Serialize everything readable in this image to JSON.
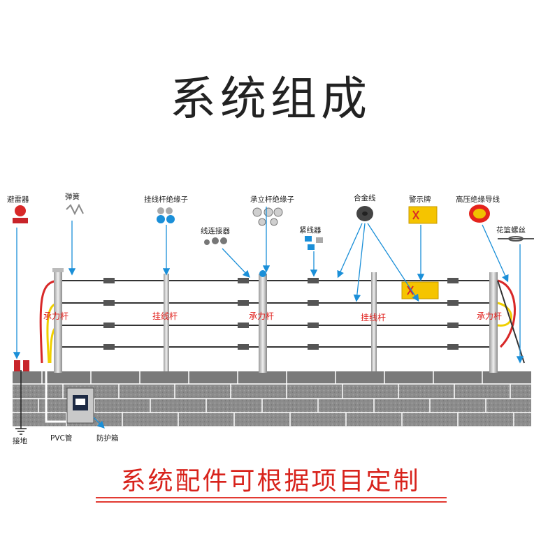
{
  "title": "系统组成",
  "footer": "系统配件可根据项目定制",
  "colors": {
    "accent_red": "#e0201c",
    "arrow_blue": "#1a8fd8",
    "wall_gray": "#8a8a8a",
    "warning_yellow": "#f5c400"
  },
  "components": {
    "lightning": "避雷器",
    "spring": "弹簧",
    "line_insulator": "挂线杆绝缘子",
    "bearing_insulator": "承立杆绝缘子",
    "connector": "线连接器",
    "tensioner": "紧线器",
    "alloy_wire": "合金线",
    "warning_sign": "警示牌",
    "hv_wire": "高压绝缘导线",
    "turnbuckle": "花篮螺丝",
    "ground": "接地",
    "pvc": "PVC管",
    "box": "防护箱"
  },
  "poles": {
    "bearing": "承力杆",
    "line": "挂线杆"
  }
}
